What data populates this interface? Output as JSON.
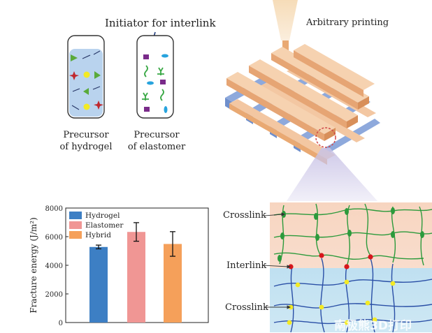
{
  "panel_a": {
    "callout": "Initiator for interlink",
    "vial1_label_1": "Precursor",
    "vial1_label_2": "of hydrogel",
    "vial2_label_1": "Precursor",
    "vial2_label_2": "of elastomer"
  },
  "panel_b": {
    "label": "Arbitrary printing"
  },
  "chart_data": {
    "type": "bar",
    "categories": [
      "Hydrogel",
      "Elastomer",
      "Hybrid"
    ],
    "values": [
      5280,
      6330,
      5490
    ],
    "errors": [
      130,
      650,
      860
    ],
    "colors": [
      "#3d7fc4",
      "#f09694",
      "#f5a05a"
    ],
    "ylabel": "Fracture energy (J/m²)",
    "ylim": [
      0,
      8000
    ],
    "yticks": [
      0,
      2000,
      4000,
      6000,
      8000
    ],
    "legend": [
      "Hydrogel",
      "Elastomer",
      "Hybrid"
    ],
    "legend_position": "top-left"
  },
  "panel_d": {
    "crosslink_top": "Crosslink",
    "interlink": "Interlink",
    "crosslink_bottom": "Crosslink"
  },
  "watermark": "南极熊3D打印"
}
